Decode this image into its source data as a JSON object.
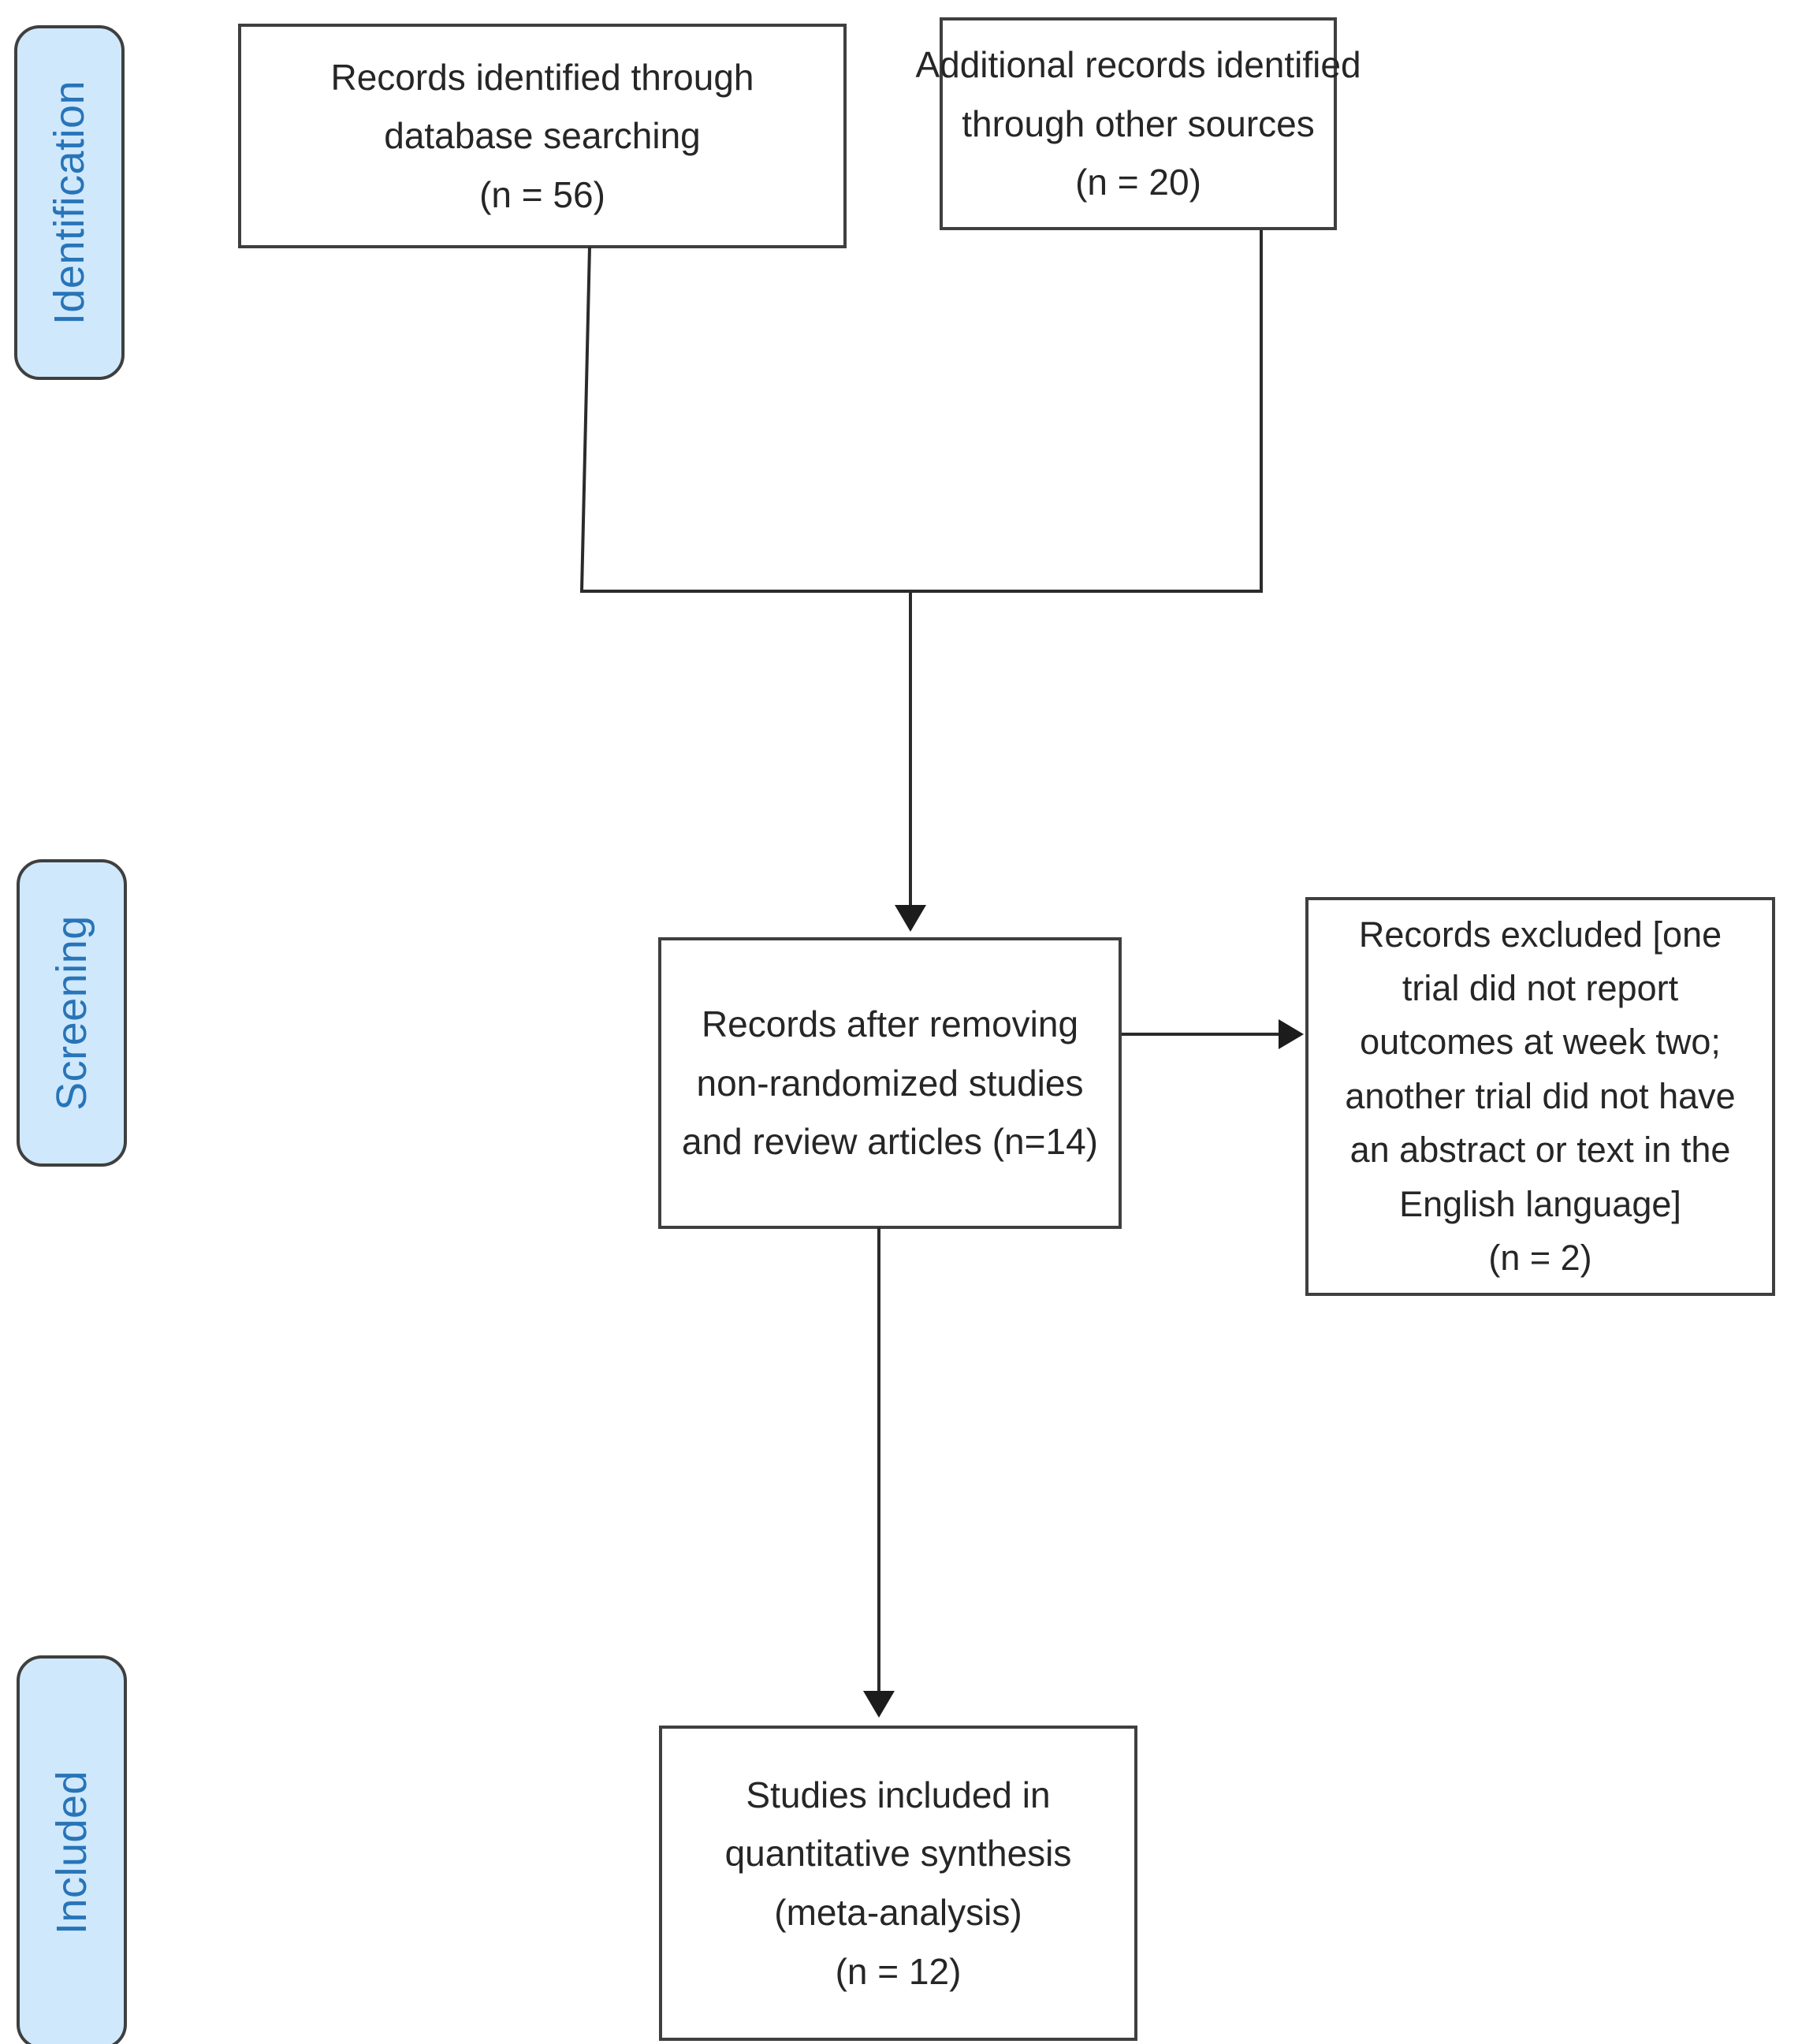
{
  "diagram": {
    "title": "PRISMA study selection flow diagram",
    "type": "flowchart",
    "accent_color": "#cfe8fb",
    "accent_text_color": "#2874b8",
    "box_border_color": "#3f3f3f",
    "connector_color": "#2b2b2b",
    "background_color": "#ffffff"
  },
  "stages": [
    {
      "id": "identification",
      "label": "Identification"
    },
    {
      "id": "screening",
      "label": "Screening"
    },
    {
      "id": "included",
      "label": "Included"
    }
  ],
  "boxes": {
    "database_searching": {
      "lines": [
        "Records identified through",
        "database searching",
        "(n = 56)"
      ],
      "count": 56
    },
    "other_sources": {
      "lines": [
        "Additional records identified",
        "through other sources",
        "(n = 20)"
      ],
      "count": 20
    },
    "after_removal": {
      "lines": [
        "Records after removing",
        "non-randomized studies",
        "and review articles (n=14)"
      ],
      "count": 14
    },
    "records_excluded": {
      "lines": [
        "Records excluded [one",
        "trial did not report",
        "outcomes at week two;",
        "another trial did not have",
        "an abstract or text in the",
        "English language]",
        "(n = 2)"
      ],
      "count": 2
    },
    "studies_included": {
      "lines": [
        "Studies included in",
        "quantitative synthesis",
        "(meta-analysis)",
        "(n = 12)"
      ],
      "count": 12
    }
  }
}
